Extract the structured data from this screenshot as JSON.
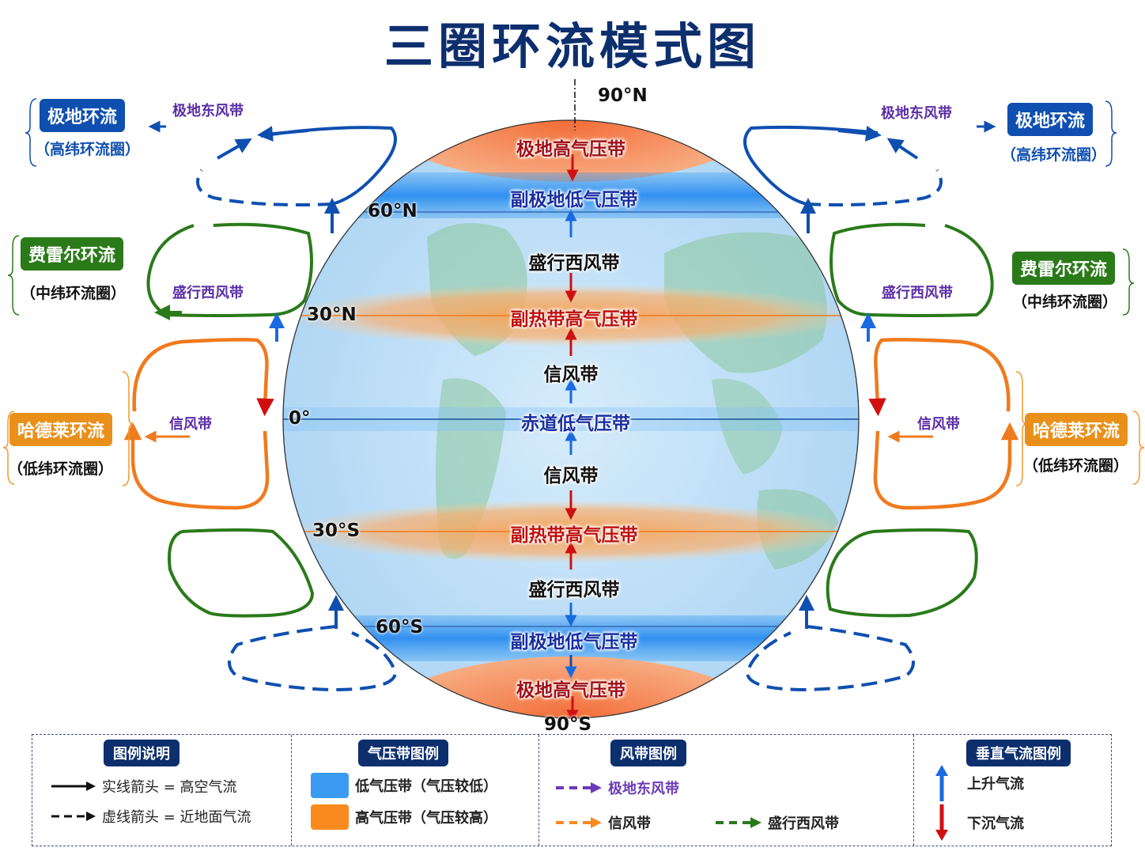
{
  "title": "三圈环流模式图",
  "colors": {
    "title": "#0d2f6e",
    "polar_cell": "#0f4fb0",
    "ferrel_cell": "#2a7a1a",
    "hadley_cell": "#f07a1e",
    "hadley_box": "#e8901a",
    "polar_box": "#0f4fb0",
    "ferrel_box": "#2a7a1a",
    "low_pressure": "#3a9bf0",
    "high_pressure": "#f98a1e",
    "polar_easterlies": "#6a3ab8",
    "rising": "#1a6ae0",
    "sinking": "#d01010"
  },
  "latitudes": {
    "n90": "90°N",
    "n60": "60°N",
    "n30": "30°N",
    "eq": "0°",
    "s30": "30°S",
    "s60": "60°S",
    "s90": "90°S"
  },
  "bands": {
    "north_polar_high": "极地高气压带",
    "north_subpolar_low": "副极地低气压带",
    "north_westerlies": "盛行西风带",
    "north_subtropical_high": "副热带高气压带",
    "north_trades": "信风带",
    "equatorial_low": "赤道低气压带",
    "south_trades": "信风带",
    "south_subtropical_high": "副热带高气压带",
    "south_westerlies": "盛行西风带",
    "south_subpolar_low": "副极地低气压带",
    "south_polar_high": "极地高气压带"
  },
  "cells": {
    "left": {
      "polar": {
        "name": "极地环流",
        "sub": "（高纬环流圈）",
        "wind": "极地东风带"
      },
      "ferrel": {
        "name": "费雷尔环流",
        "sub": "（中纬环流圈）",
        "wind": "盛行西风带"
      },
      "hadley": {
        "name": "哈德莱环流",
        "sub": "（低纬环流圈）",
        "wind": "信风带"
      }
    },
    "right": {
      "polar": {
        "name": "极地环流",
        "sub": "（高纬环流圈）",
        "wind": "极地东风带"
      },
      "ferrel": {
        "name": "费雷尔环流",
        "sub": "（中纬环流圈）",
        "wind": "盛行西风带"
      },
      "hadley": {
        "name": "哈德莱环流",
        "sub": "（低纬环流圈）",
        "wind": "信风带"
      }
    }
  },
  "legend": {
    "explain": {
      "header": "图例说明",
      "solid": "实线箭头 = 高空气流",
      "dashed": "虚线箭头 = 近地面气流"
    },
    "pressure": {
      "header": "气压带图例",
      "low": "低气压带（气压较低）",
      "high": "高气压带（气压较高）"
    },
    "wind": {
      "header": "风带图例",
      "polar_easterlies": "极地东风带",
      "trades": "信风带",
      "westerlies": "盛行西风带"
    },
    "vertical": {
      "header": "垂直气流图例",
      "rising": "上升气流",
      "sinking": "下沉气流"
    }
  }
}
